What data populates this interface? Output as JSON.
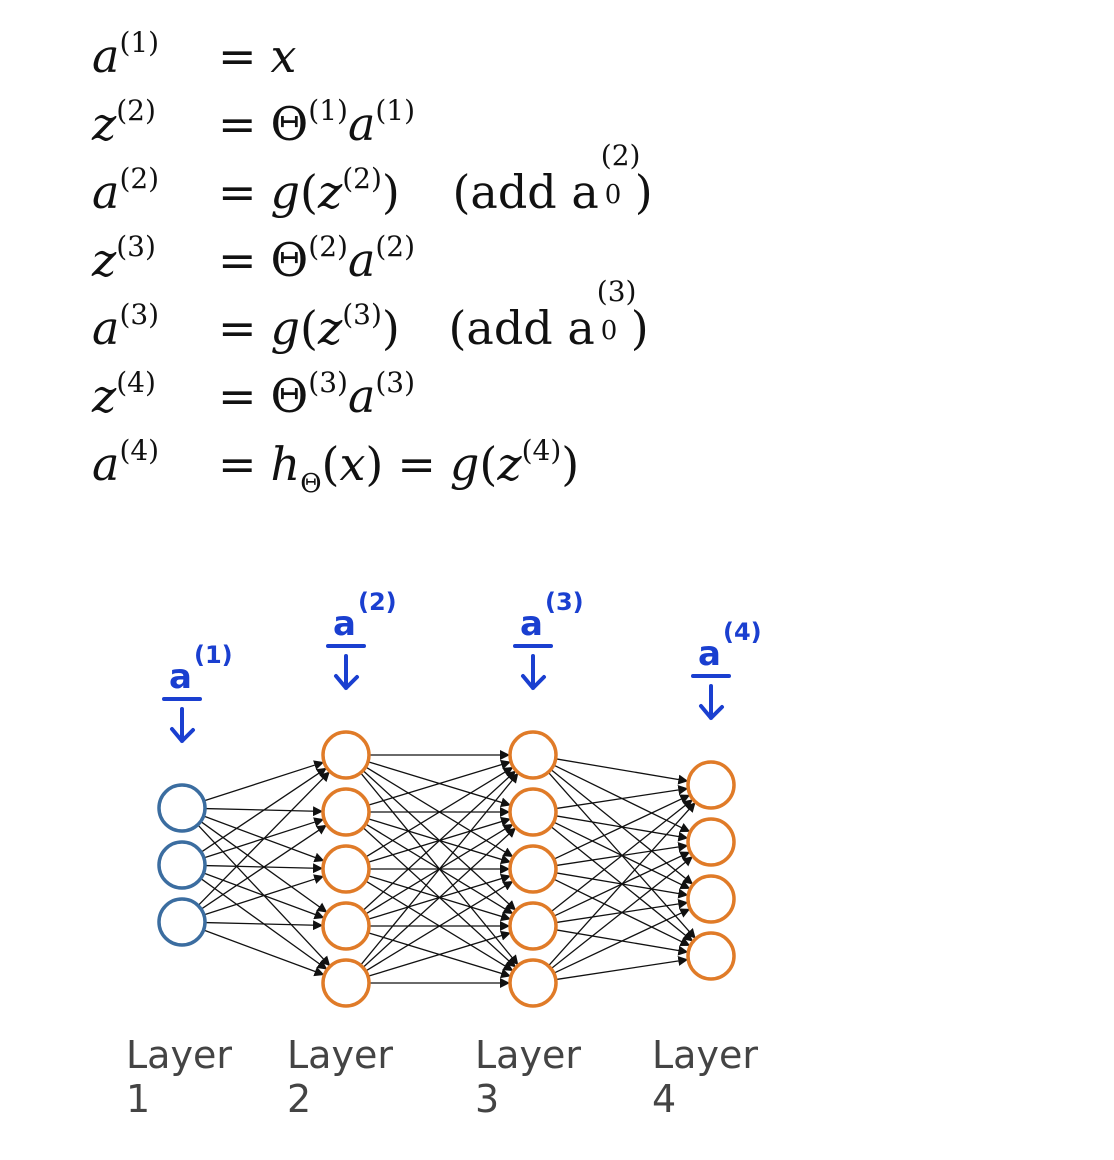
{
  "equations": [
    {
      "id": "eq1",
      "lhs_var": "a",
      "lhs_sup": "(1)",
      "rhs_parts": [
        "x"
      ]
    },
    {
      "id": "eq2",
      "lhs_var": "z",
      "lhs_sup": "(2)"
    },
    {
      "id": "eq3",
      "lhs_var": "a",
      "lhs_sup": "(2)",
      "note": "(add a",
      "note_sub": "0",
      "note_sup": "(2)"
    },
    {
      "id": "eq4",
      "lhs_var": "z",
      "lhs_sup": "(3)"
    },
    {
      "id": "eq5",
      "lhs_var": "a",
      "lhs_sup": "(3)",
      "note": "(add a",
      "note_sub": "0",
      "note_sup": "(3)"
    },
    {
      "id": "eq6",
      "lhs_var": "z",
      "lhs_sup": "(4)"
    },
    {
      "id": "eq7",
      "lhs_var": "a",
      "lhs_sup": "(4)"
    }
  ],
  "symbols": {
    "equals": "=",
    "theta": "Θ",
    "g": "g",
    "h": "h",
    "x": "x",
    "a": "a",
    "z": "z",
    "open_paren": "(",
    "close_paren": ")",
    "sup1": "(1)",
    "sup2": "(2)",
    "sup3": "(3)",
    "sup4": "(4)"
  },
  "network": {
    "layers": [
      {
        "label_line1": "Layer",
        "label_line2": "1",
        "nodes": 3,
        "color": "#3b6da0",
        "annotation": "a",
        "annotation_sup": "(1)"
      },
      {
        "label_line1": "Layer",
        "label_line2": "2",
        "nodes": 5,
        "color": "#e07b28",
        "annotation": "a",
        "annotation_sup": "(2)"
      },
      {
        "label_line1": "Layer",
        "label_line2": "3",
        "nodes": 5,
        "color": "#e07b28",
        "annotation": "a",
        "annotation_sup": "(3)"
      },
      {
        "label_line1": "Layer",
        "label_line2": "4",
        "nodes": 4,
        "color": "#e07b28",
        "annotation": "a",
        "annotation_sup": "(4)"
      }
    ],
    "annotation_color": "#1a3fd0",
    "edge_color": "#111111"
  }
}
